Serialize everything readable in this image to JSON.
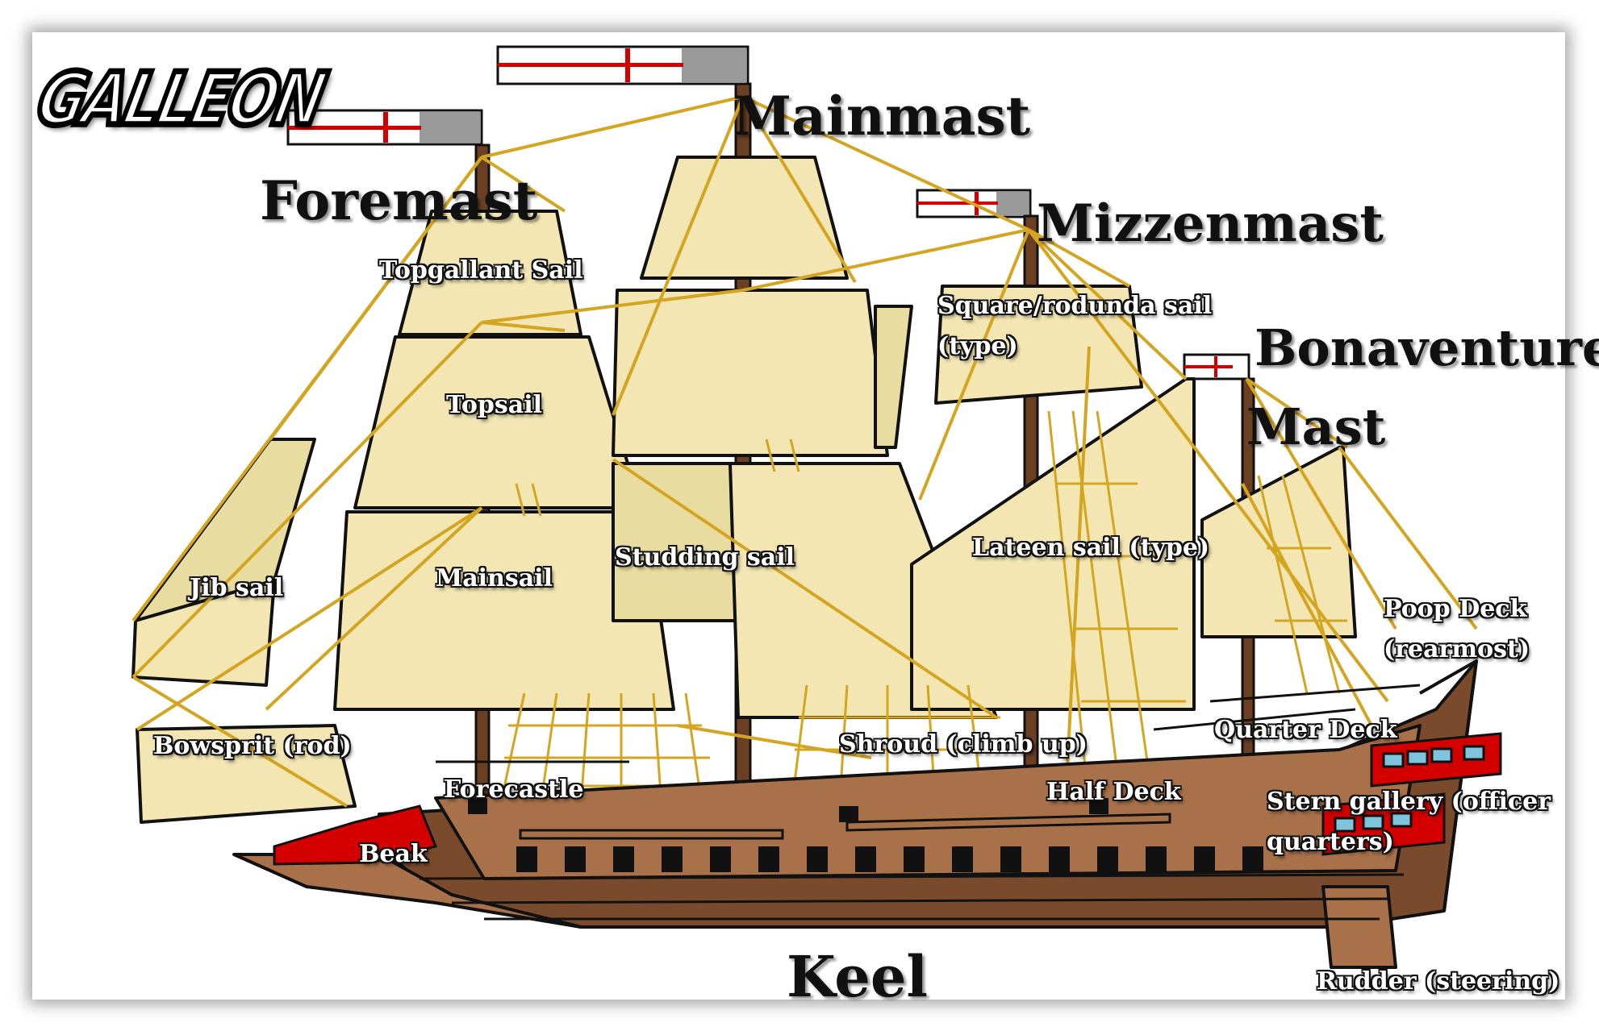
{
  "logo": "GALLEON",
  "masts": {
    "foremast": "Foremast",
    "mainmast": "Mainmast",
    "mizzenmast": "Mizzenmast",
    "bonaventure_line1": "Bonaventure",
    "bonaventure_line2": "Mast"
  },
  "keel": "Keel",
  "labels": {
    "topgallant_sail": "Topgallant Sail",
    "topsail": "Topsail",
    "mainsail": "Mainsail",
    "jib_sail": "Jib sail",
    "studding_sail": "Studding sail",
    "square_sail_line1": "Square/rodunda sail",
    "square_sail_line2": "(type)",
    "lateen_sail": "Lateen sail (type)",
    "poop_deck_line1": "Poop Deck",
    "poop_deck_line2": "(rearmost)",
    "quarter_deck": "Quarter Deck",
    "shroud": "Shroud (climb up)",
    "half_deck": "Half Deck",
    "stern_gallery_line1": "Stern gallery (officer",
    "stern_gallery_line2": "quarters)",
    "bowsprit": "Bowsprit (rod)",
    "forecastle": "Forecastle",
    "beak": "Beak",
    "rudder": "Rudder (steering)"
  },
  "colors": {
    "sail": "#f3e6b3",
    "sail_shade": "#e9dca0",
    "hull": "#a8714a",
    "hull_dark": "#7a4a2c",
    "rigging": "#d4a520",
    "red_accent": "#d40000",
    "window": "#7ec4dc"
  }
}
